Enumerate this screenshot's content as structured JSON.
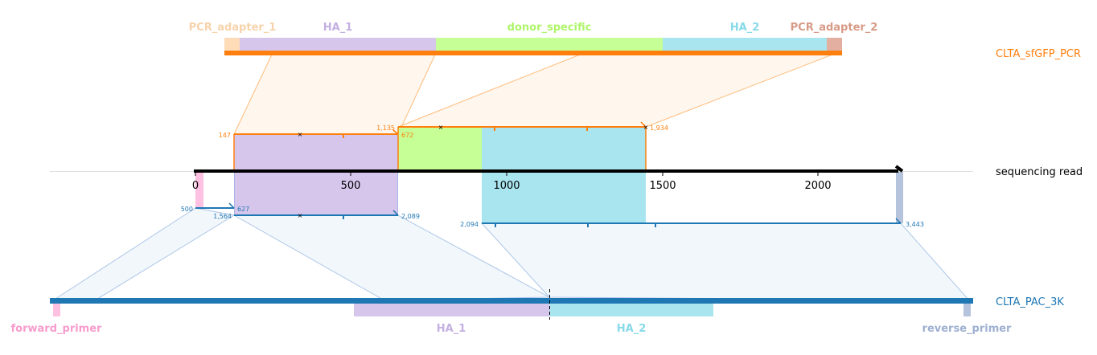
{
  "references": {
    "top": {
      "name": "CLTA_sfGFP_PCR",
      "name_color": "#ff7f0e",
      "features": [
        {
          "name": "PCR_adapter_1",
          "color": "#ffdcb8",
          "label_color": "#f7d3ab"
        },
        {
          "name": "HA_1",
          "color": "#d6c6ec",
          "label_color": "#c4b0e2"
        },
        {
          "name": "donor_specific",
          "color": "#c5ff95",
          "label_color": "#aef56a"
        },
        {
          "name": "HA_2",
          "color": "#a9e5ef",
          "label_color": "#86dae9"
        },
        {
          "name": "PCR_adapter_2",
          "color": "#e2afa0",
          "label_color": "#d79a86"
        }
      ]
    },
    "bottom": {
      "name": "CLTA_PAC_3K",
      "name_color": "#1f77b4",
      "features": [
        {
          "name": "forward_primer",
          "color": "#ffc1e1",
          "label_color": "#f79ccd"
        },
        {
          "name": "HA_1",
          "color": "#d6c6ec",
          "label_color": "#c4b0e2"
        },
        {
          "name": "HA_2",
          "color": "#a9e5ef",
          "label_color": "#86dae9"
        },
        {
          "name": "reverse_primer",
          "color": "#b5c3dc",
          "label_color": "#9eb0d2"
        }
      ]
    }
  },
  "read": {
    "name": "sequencing read",
    "ticks": [
      "0",
      "500",
      "1000",
      "1500",
      "2000"
    ]
  },
  "alignments": {
    "top_orange": {
      "color": "#ff7f0e",
      "segments": [
        {
          "start_label": "147",
          "end_label": "672"
        },
        {
          "start_label": "1,135",
          "end_label": "1,934"
        }
      ]
    },
    "bottom_blue": {
      "color": "#1f77b4",
      "segments": [
        {
          "start_label": "500",
          "end_label": "627"
        },
        {
          "start_label": "1,564",
          "end_label": "2,089"
        },
        {
          "start_label": "2,094",
          "end_label": "3,443"
        }
      ]
    }
  }
}
